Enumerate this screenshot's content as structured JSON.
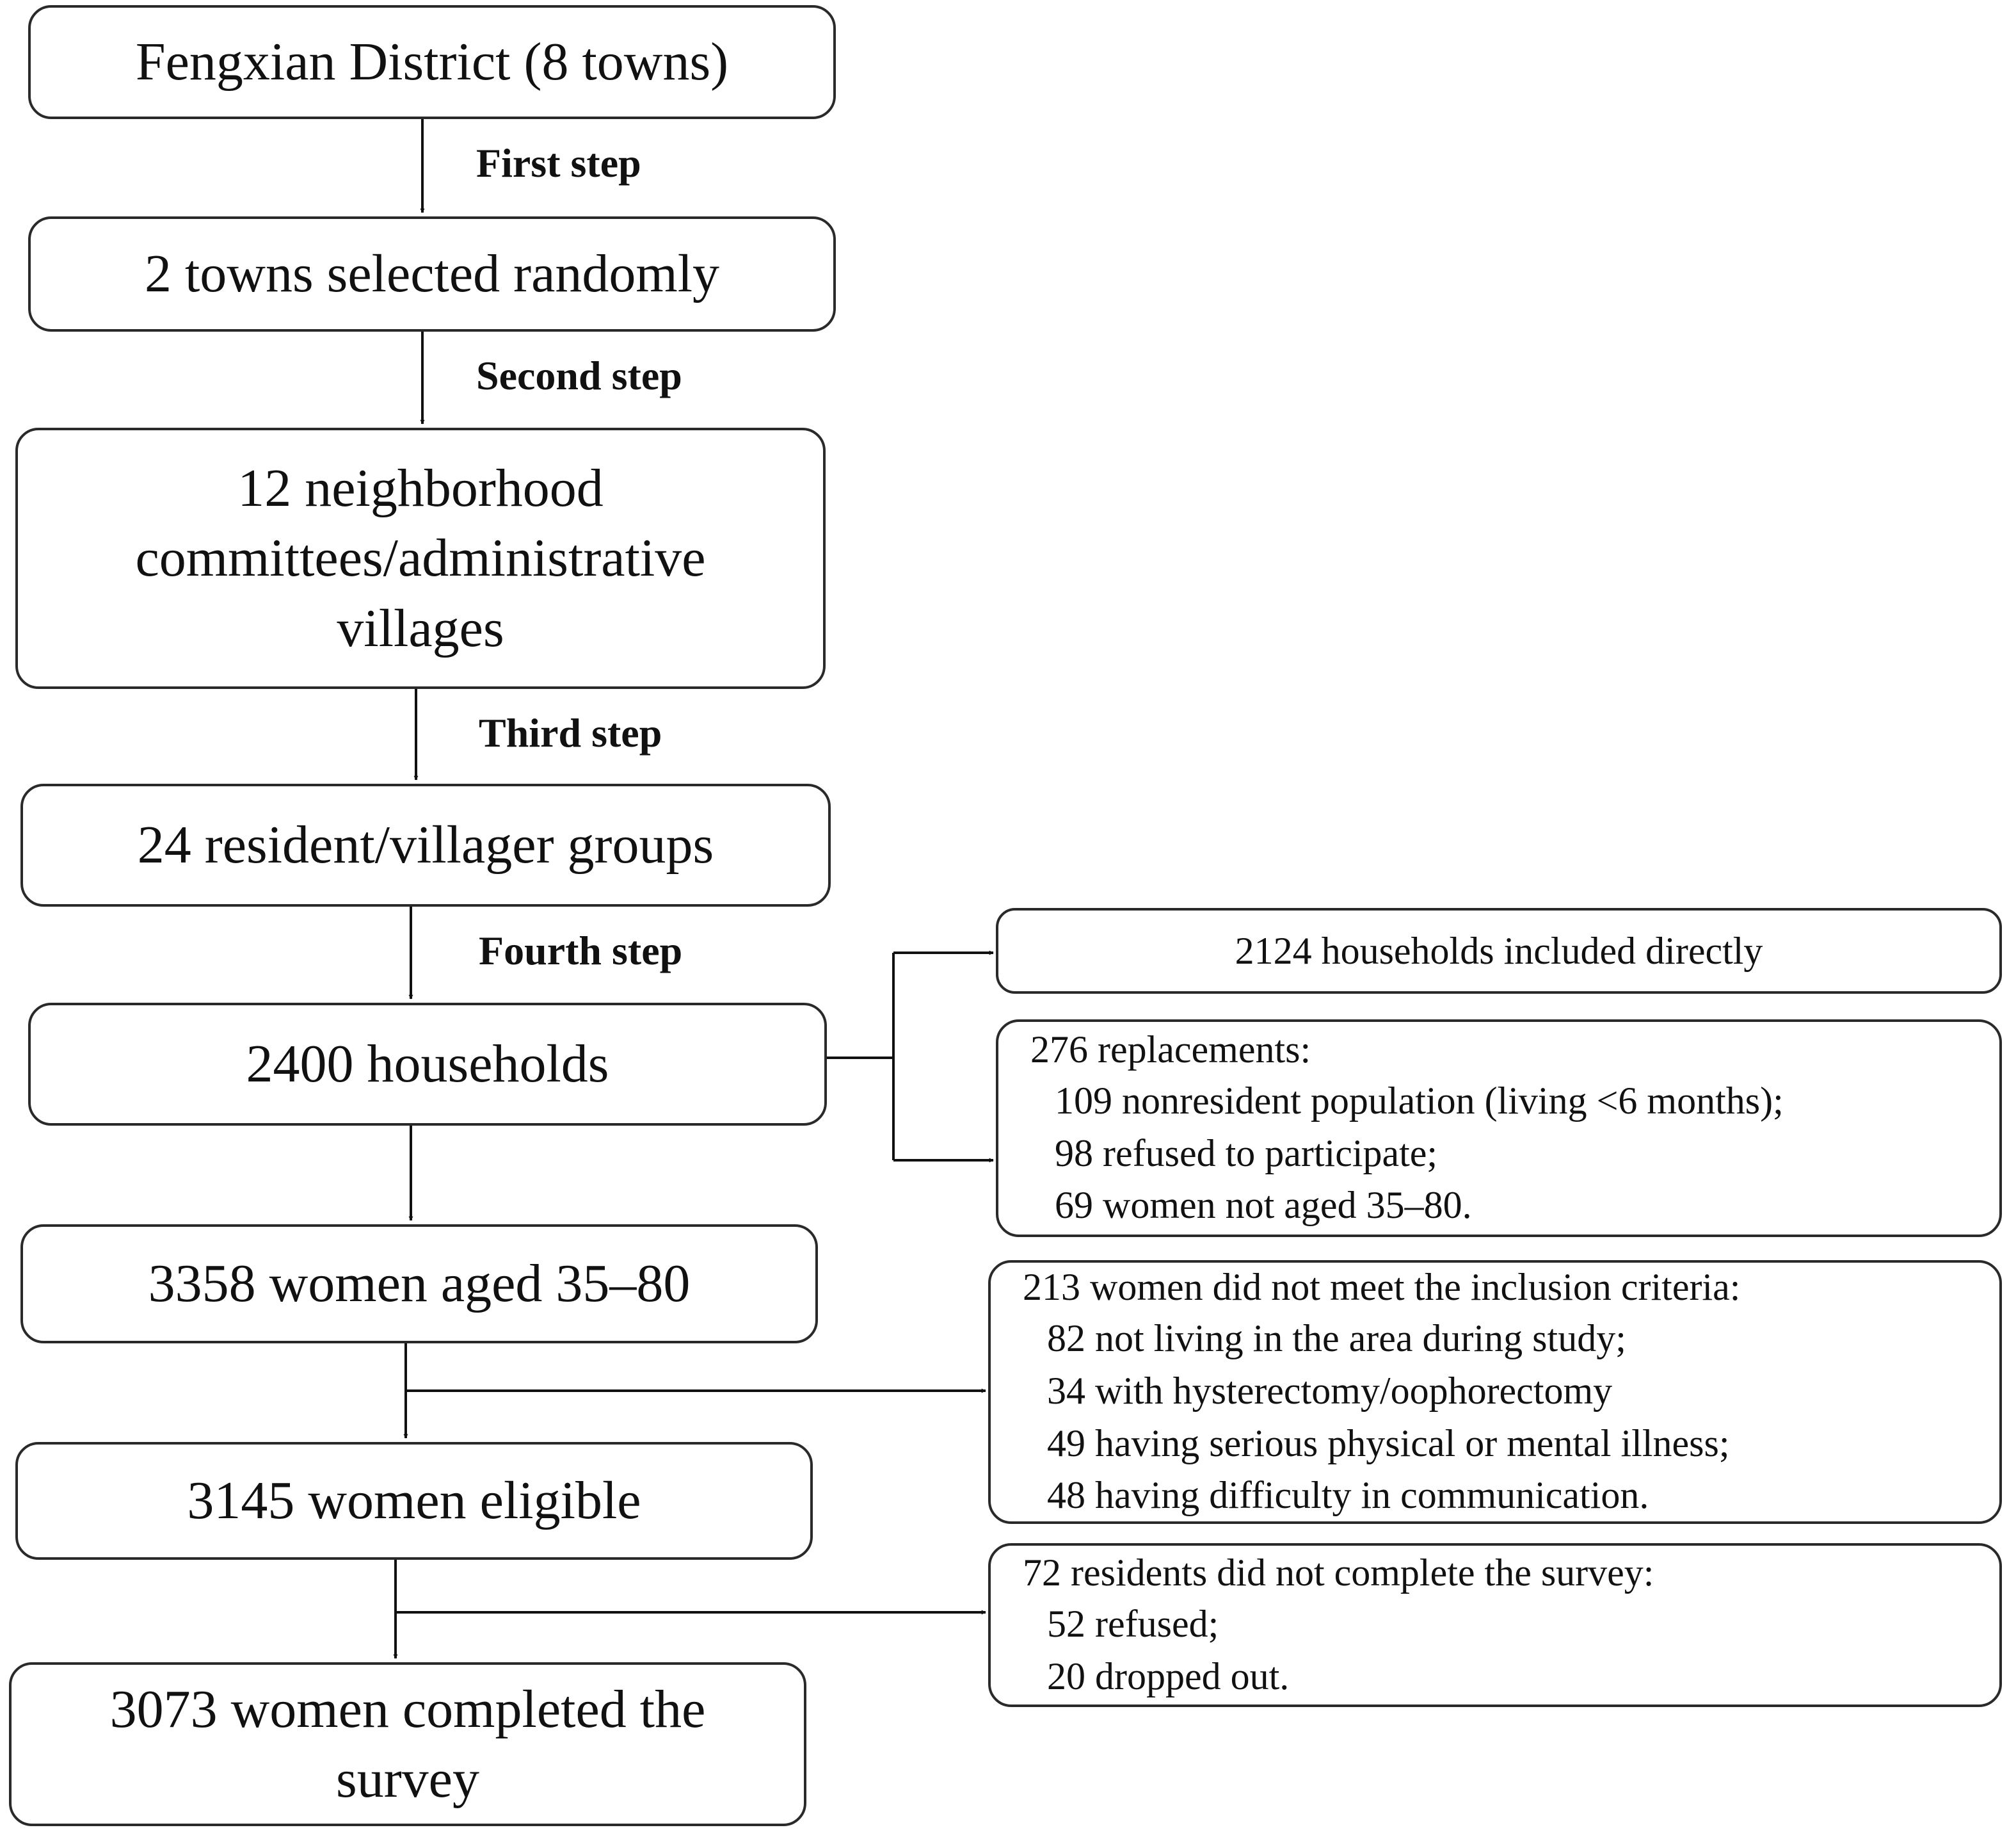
{
  "main_boxes": [
    {
      "lines": [
        "Fengxian District (8 towns)"
      ]
    },
    {
      "lines": [
        "2 towns selected randomly"
      ]
    },
    {
      "lines": [
        "12 neighborhood",
        "committees/administrative",
        "villages"
      ]
    },
    {
      "lines": [
        "24 resident/villager groups"
      ]
    },
    {
      "lines": [
        "2400 households"
      ]
    },
    {
      "lines": [
        "3358 women aged 35–80"
      ]
    },
    {
      "lines": [
        "3145 women eligible"
      ]
    },
    {
      "lines": [
        "3073 women completed the",
        "survey"
      ]
    }
  ],
  "steps": [
    "First step",
    "Second  step",
    "Third step",
    "Fourth step"
  ],
  "side_boxes": [
    {
      "head": "2124 households included directly",
      "items": []
    },
    {
      "head": "276 replacements:",
      "items": [
        "109 nonresident population  (living <6 months);",
        "98 refused to participate;",
        "69 women  not aged 35–80."
      ]
    },
    {
      "head": "213 women  did not meet the inclusion criteria:",
      "items": [
        "82 not living  in the area during  study;",
        "34 with  hysterectomy/oophorectomy",
        "49 having  serious physical  or mental illness;",
        "48 having  difficulty in communication."
      ]
    },
    {
      "head": "72 residents did not complete the survey:",
      "items": [
        "52 refused;",
        "20 dropped out."
      ]
    }
  ]
}
